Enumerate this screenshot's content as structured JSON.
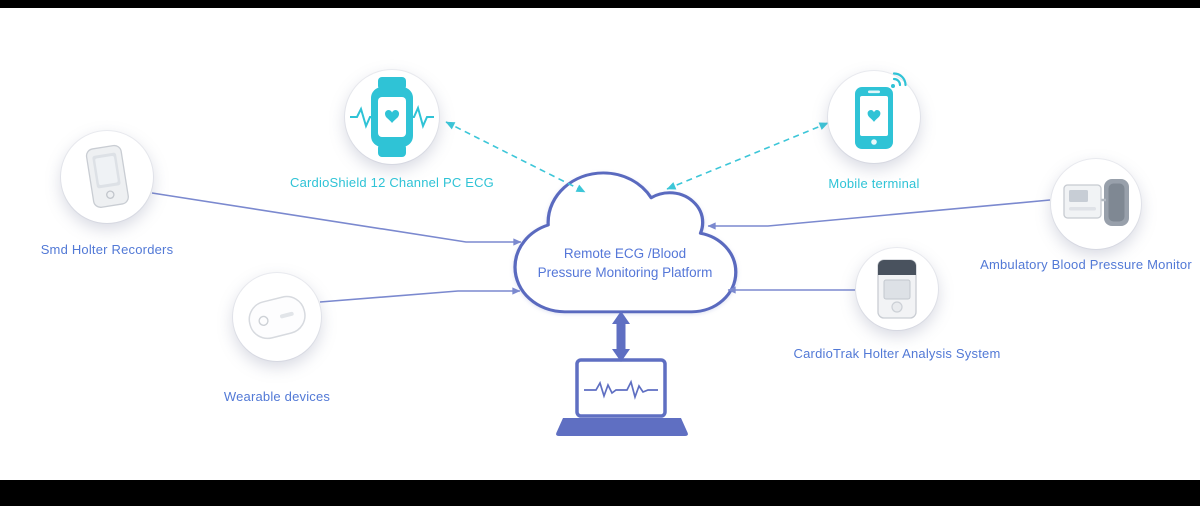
{
  "platform": {
    "line1": "Remote ECG /Blood",
    "line2": "Pressure Monitoring Platform"
  },
  "nodes": {
    "pc_ecg": {
      "label": "CardioShield 12 Channel PC ECG"
    },
    "mobile": {
      "label": "Mobile terminal"
    },
    "holter_recorder": {
      "label": "Smd Holter Recorders"
    },
    "wearable": {
      "label": "Wearable devices"
    },
    "abpm": {
      "label": "Ambulatory Blood Pressure Monitor"
    },
    "holter_analysis": {
      "label": "CardioTrak Holter Analysis System"
    }
  },
  "colors": {
    "cyan_accent": "#2fc3d6",
    "blue_label": "#5279d6",
    "line_blue": "#7b89cf",
    "cloud_stroke": "#5a6abf",
    "dashed_cyan": "#3cc6d8"
  },
  "icons": [
    "smartwatch-ecg-icon",
    "mobile-phone-icon",
    "holter-recorder-icon",
    "wearable-device-icon",
    "bp-monitor-icon",
    "holter-analysis-icon",
    "cloud-icon",
    "laptop-ecg-icon",
    "sync-arrow-icon"
  ]
}
